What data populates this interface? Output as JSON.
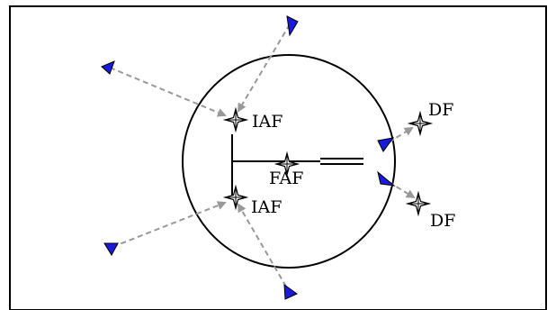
{
  "labels": {
    "iaf_top": "IAF",
    "iaf_bottom": "IAF",
    "faf": "FAF",
    "df_top": "DF",
    "df_bottom": "DF"
  },
  "colors": {
    "aircraft": "#1a1adb",
    "arrow": "#999999",
    "line": "#000000"
  },
  "icons": {
    "waypoint": "four-point-star-icon",
    "aircraft": "triangle-icon"
  }
}
